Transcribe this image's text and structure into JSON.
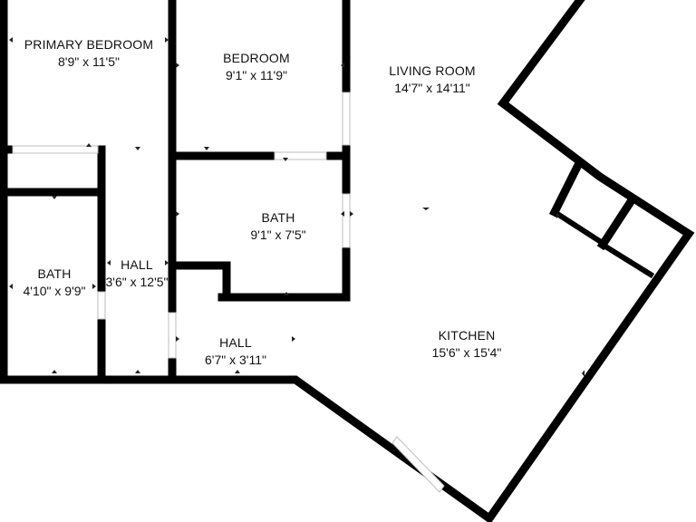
{
  "rooms": {
    "primary_bedroom": {
      "name": "PRIMARY BEDROOM",
      "dim": "8'9\" x 11'5\""
    },
    "bedroom": {
      "name": "BEDROOM",
      "dim": "9'1\" x 11'9\""
    },
    "living_room": {
      "name": "LIVING ROOM",
      "dim": "14'7\" x 14'11\""
    },
    "bath_upper": {
      "name": "BATH",
      "dim": "9'1\" x 7'5\""
    },
    "bath_left": {
      "name": "BATH",
      "dim": "4'10\" x 9'9\""
    },
    "hall_vertical": {
      "name": "HALL",
      "dim": "3'6\" x 12'5\""
    },
    "hall_lower": {
      "name": "HALL",
      "dim": "6'7\" x 3'11\""
    },
    "kitchen": {
      "name": "KITCHEN",
      "dim": "15'6\" x 15'4\""
    }
  }
}
